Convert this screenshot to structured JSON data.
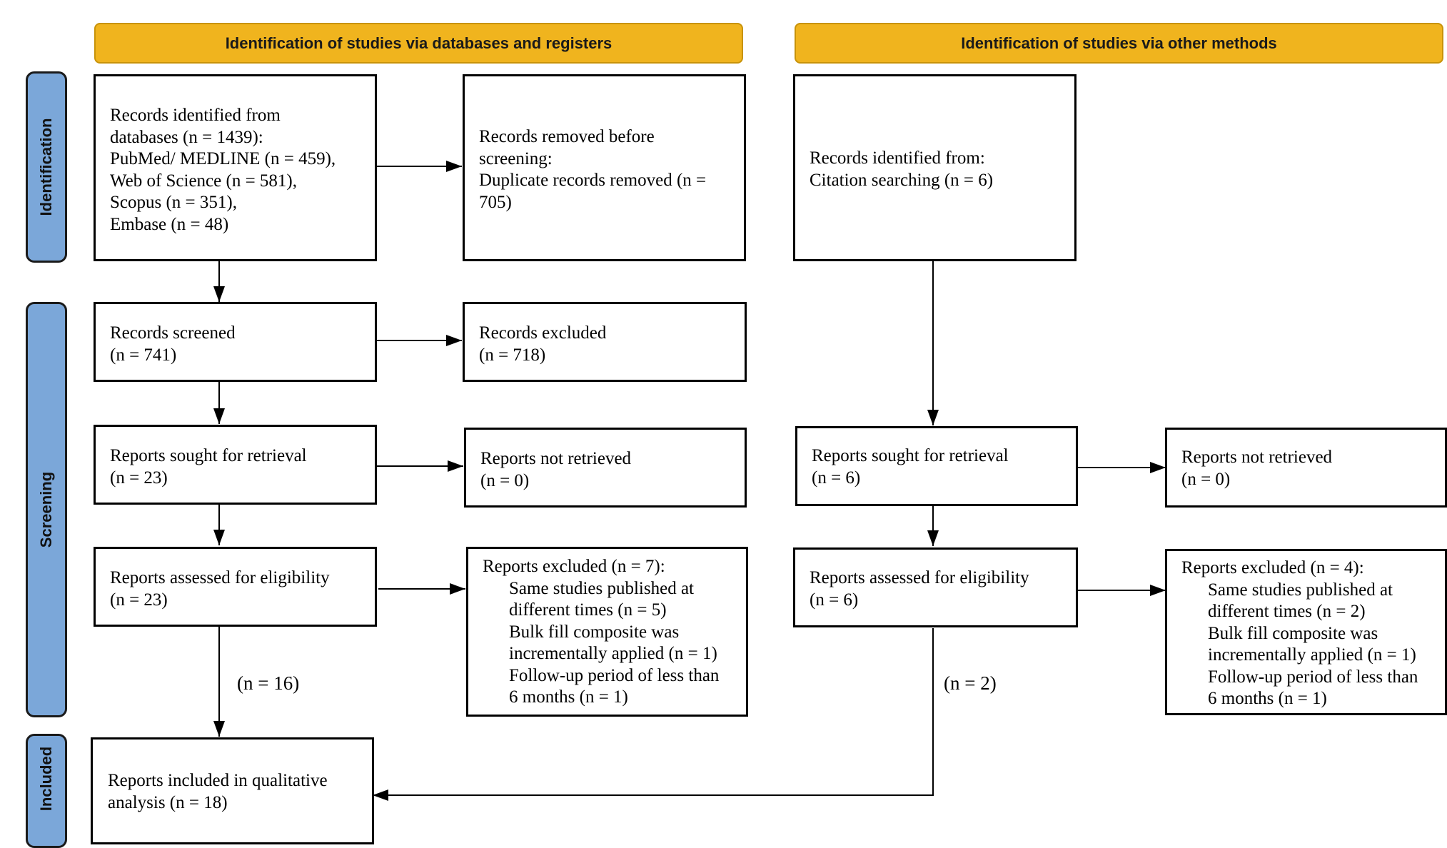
{
  "headers": {
    "databases": "Identification of studies via databases and registers",
    "other": "Identification of studies via other methods"
  },
  "phases": {
    "identification": "Identification",
    "screening": "Screening",
    "included": "Included"
  },
  "left": {
    "records_identified": [
      "Records identified from",
      "databases (n = 1439):",
      "PubMed/ MEDLINE (n = 459),",
      "Web of Science (n = 581),",
      "Scopus (n = 351),",
      "Embase (n = 48)"
    ],
    "records_removed": [
      "Records removed before",
      "screening:",
      "Duplicate records removed (n =",
      "705)"
    ],
    "records_screened": [
      "Records screened",
      "(n = 741)"
    ],
    "records_excluded": [
      "Records excluded",
      "(n = 718)"
    ],
    "reports_sought": [
      "Reports sought for retrieval",
      "(n = 23)"
    ],
    "reports_not_retrieved": [
      "Reports not retrieved",
      "(n = 0)"
    ],
    "reports_assessed": [
      "Reports assessed for eligibility",
      "(n = 23)"
    ],
    "reports_excluded": {
      "title": "Reports excluded (n = 7):",
      "items": [
        "Same studies published at",
        "different times (n = 5)",
        "Bulk fill composite was",
        "incrementally applied (n = 1)",
        "Follow-up period of less than",
        "6 months (n = 1)"
      ]
    },
    "n_to_included": "(n = 16)",
    "reports_included": [
      "Reports included in qualitative",
      "analysis (n = 18)"
    ]
  },
  "right": {
    "records_identified": [
      "Records identified from:",
      "Citation searching (n = 6)"
    ],
    "reports_sought": [
      "Reports sought for retrieval",
      "(n = 6)"
    ],
    "reports_not_retrieved": [
      "Reports not retrieved",
      "(n = 0)"
    ],
    "reports_assessed": [
      "Reports assessed for eligibility",
      "(n = 6)"
    ],
    "reports_excluded": {
      "title": "Reports excluded (n = 4):",
      "items": [
        "Same studies published at",
        "different times (n = 2)",
        "Bulk fill composite was",
        "incrementally applied (n = 1)",
        "Follow-up period of less than",
        "6 months (n = 1)"
      ]
    },
    "n_to_included": "(n = 2)"
  },
  "colors": {
    "header_fill": "#F0B41E",
    "phase_fill": "#7BA7D9",
    "line": "#000000"
  }
}
